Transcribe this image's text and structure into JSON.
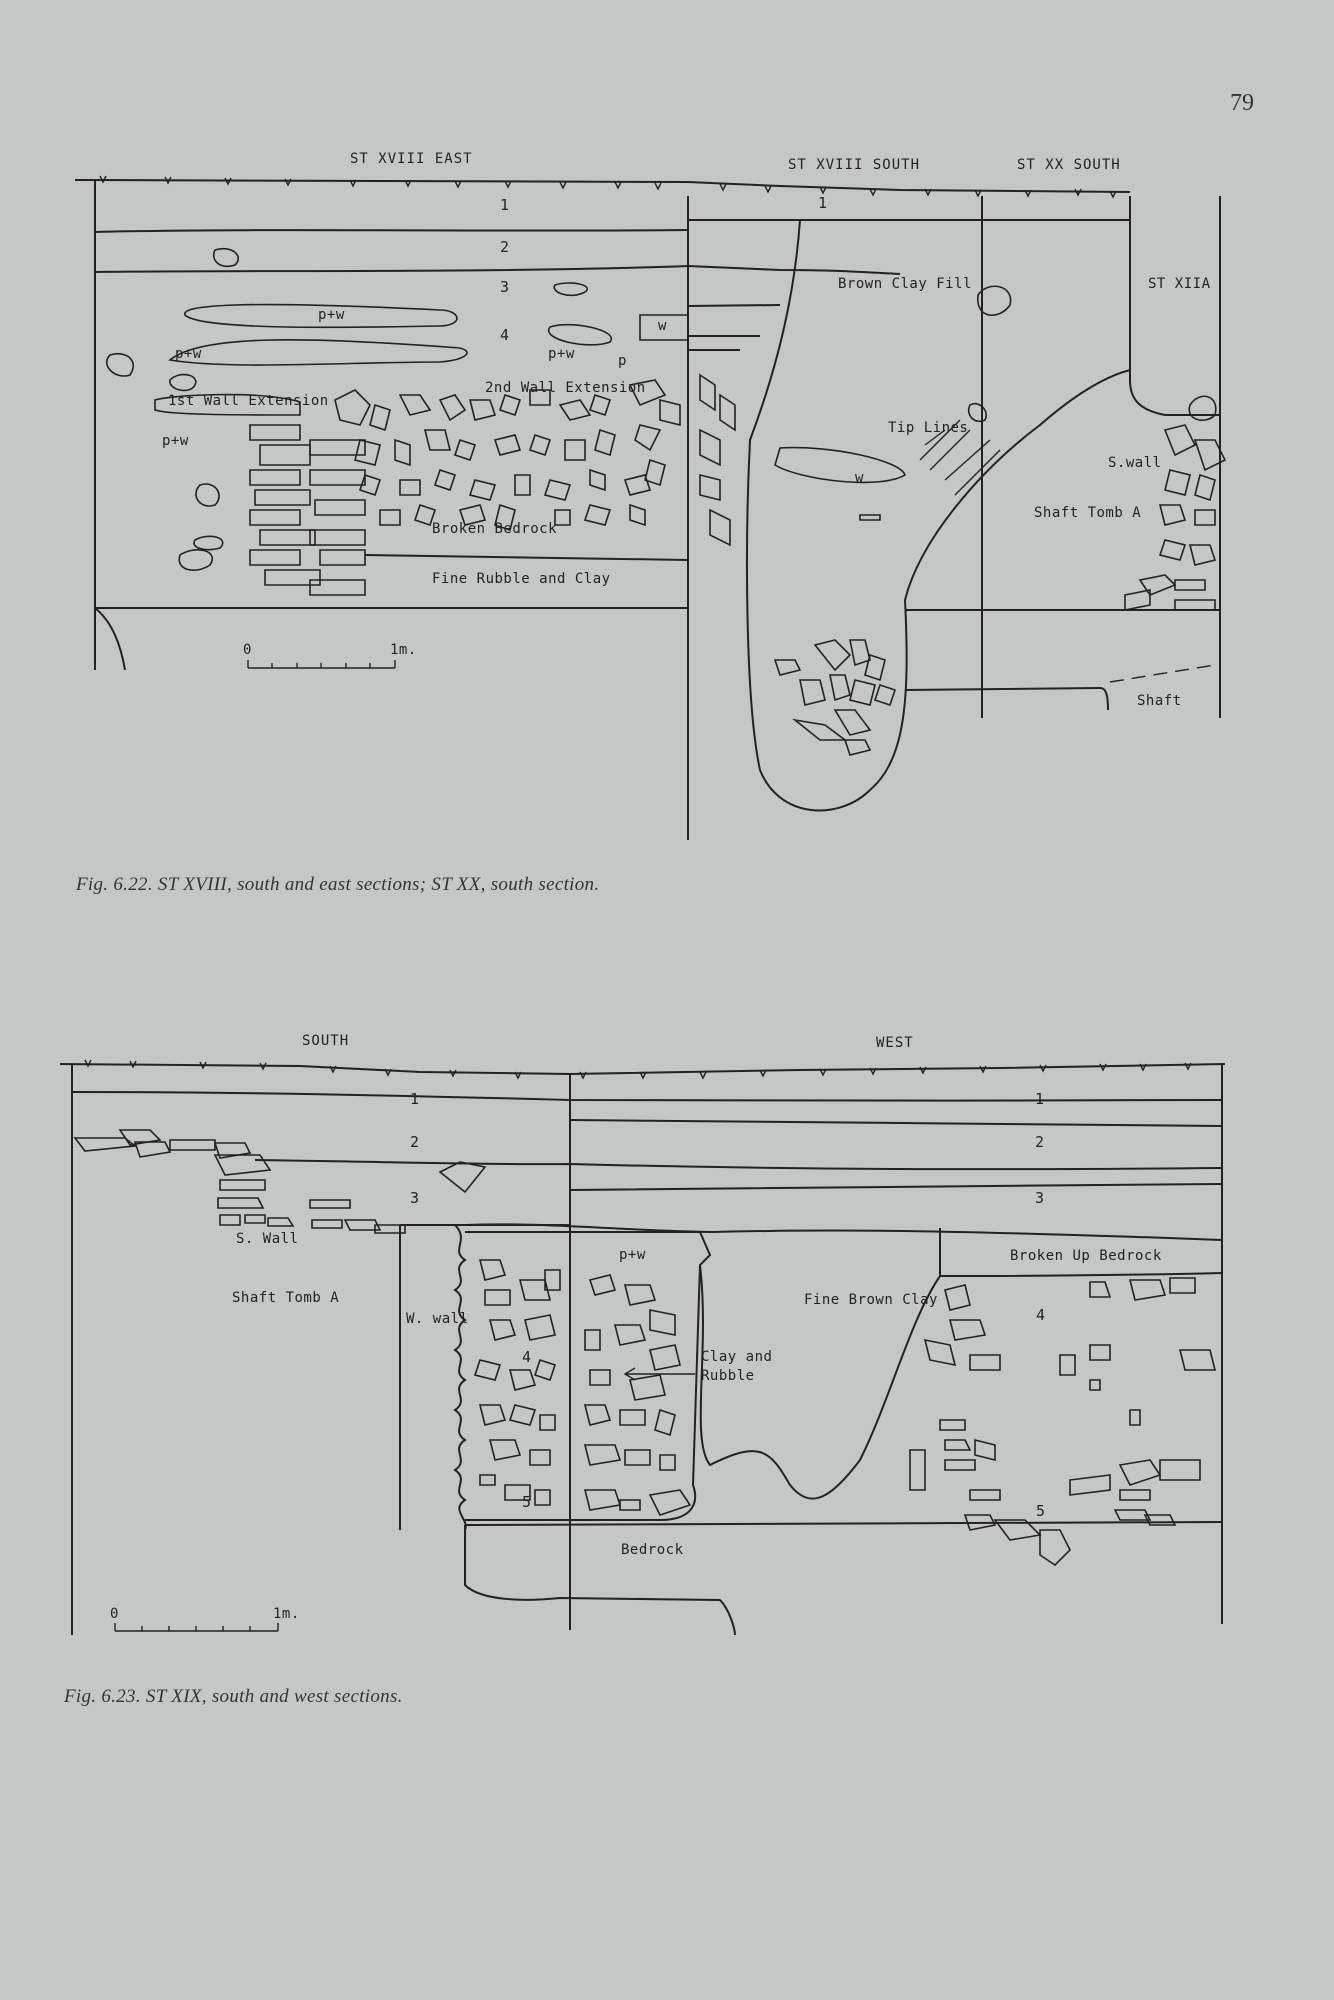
{
  "page_number": "79",
  "figures": [
    {
      "caption": "Fig. 6.22.   ST XVIII, south and east sections; ST XX, south section.",
      "headers": [
        "ST XVIII EAST",
        "ST XVIII SOUTH",
        "ST XX SOUTH"
      ],
      "labels": {
        "brown_clay_fill": "Brown Clay Fill",
        "st_xiia": "ST XIIA",
        "first_wall": "1st Wall Extension",
        "second_wall": "2nd Wall Extension",
        "pw_a": "p+w",
        "pw_b": "p+w",
        "pw_c": "p+w",
        "pw_d": "p+w",
        "w_a": "w",
        "w_b": "w",
        "p": "p",
        "tip_lines": "Tip Lines",
        "s_wall": "S.wall",
        "shaft_tomb_a": "Shaft Tomb A",
        "broken_bedrock": "Broken Bedrock",
        "fine_rubble": "Fine Rubble and Clay",
        "shaft": "Shaft"
      },
      "layers": [
        "1",
        "2",
        "3",
        "4",
        "1"
      ],
      "scale": {
        "zero": "0",
        "end": "1m."
      }
    },
    {
      "caption": "Fig. 6.23.   ST XIX, south and west sections.",
      "headers": [
        "SOUTH",
        "WEST"
      ],
      "labels": {
        "s_wall": "S. Wall",
        "shaft_tomb_a": "Shaft Tomb A",
        "w_wall": "W. wall",
        "pw": "p+w",
        "clay_rubble_1": "Clay and",
        "clay_rubble_2": "Rubble",
        "fine_brown_clay": "Fine Brown Clay",
        "broken_up_bedrock": "Broken Up Bedrock",
        "bedrock": "Bedrock"
      },
      "layers_south": [
        "1",
        "2",
        "3",
        "4",
        "5"
      ],
      "layers_west": [
        "1",
        "2",
        "3",
        "4",
        "5"
      ],
      "scale": {
        "zero": "0",
        "end": "1m."
      }
    }
  ]
}
